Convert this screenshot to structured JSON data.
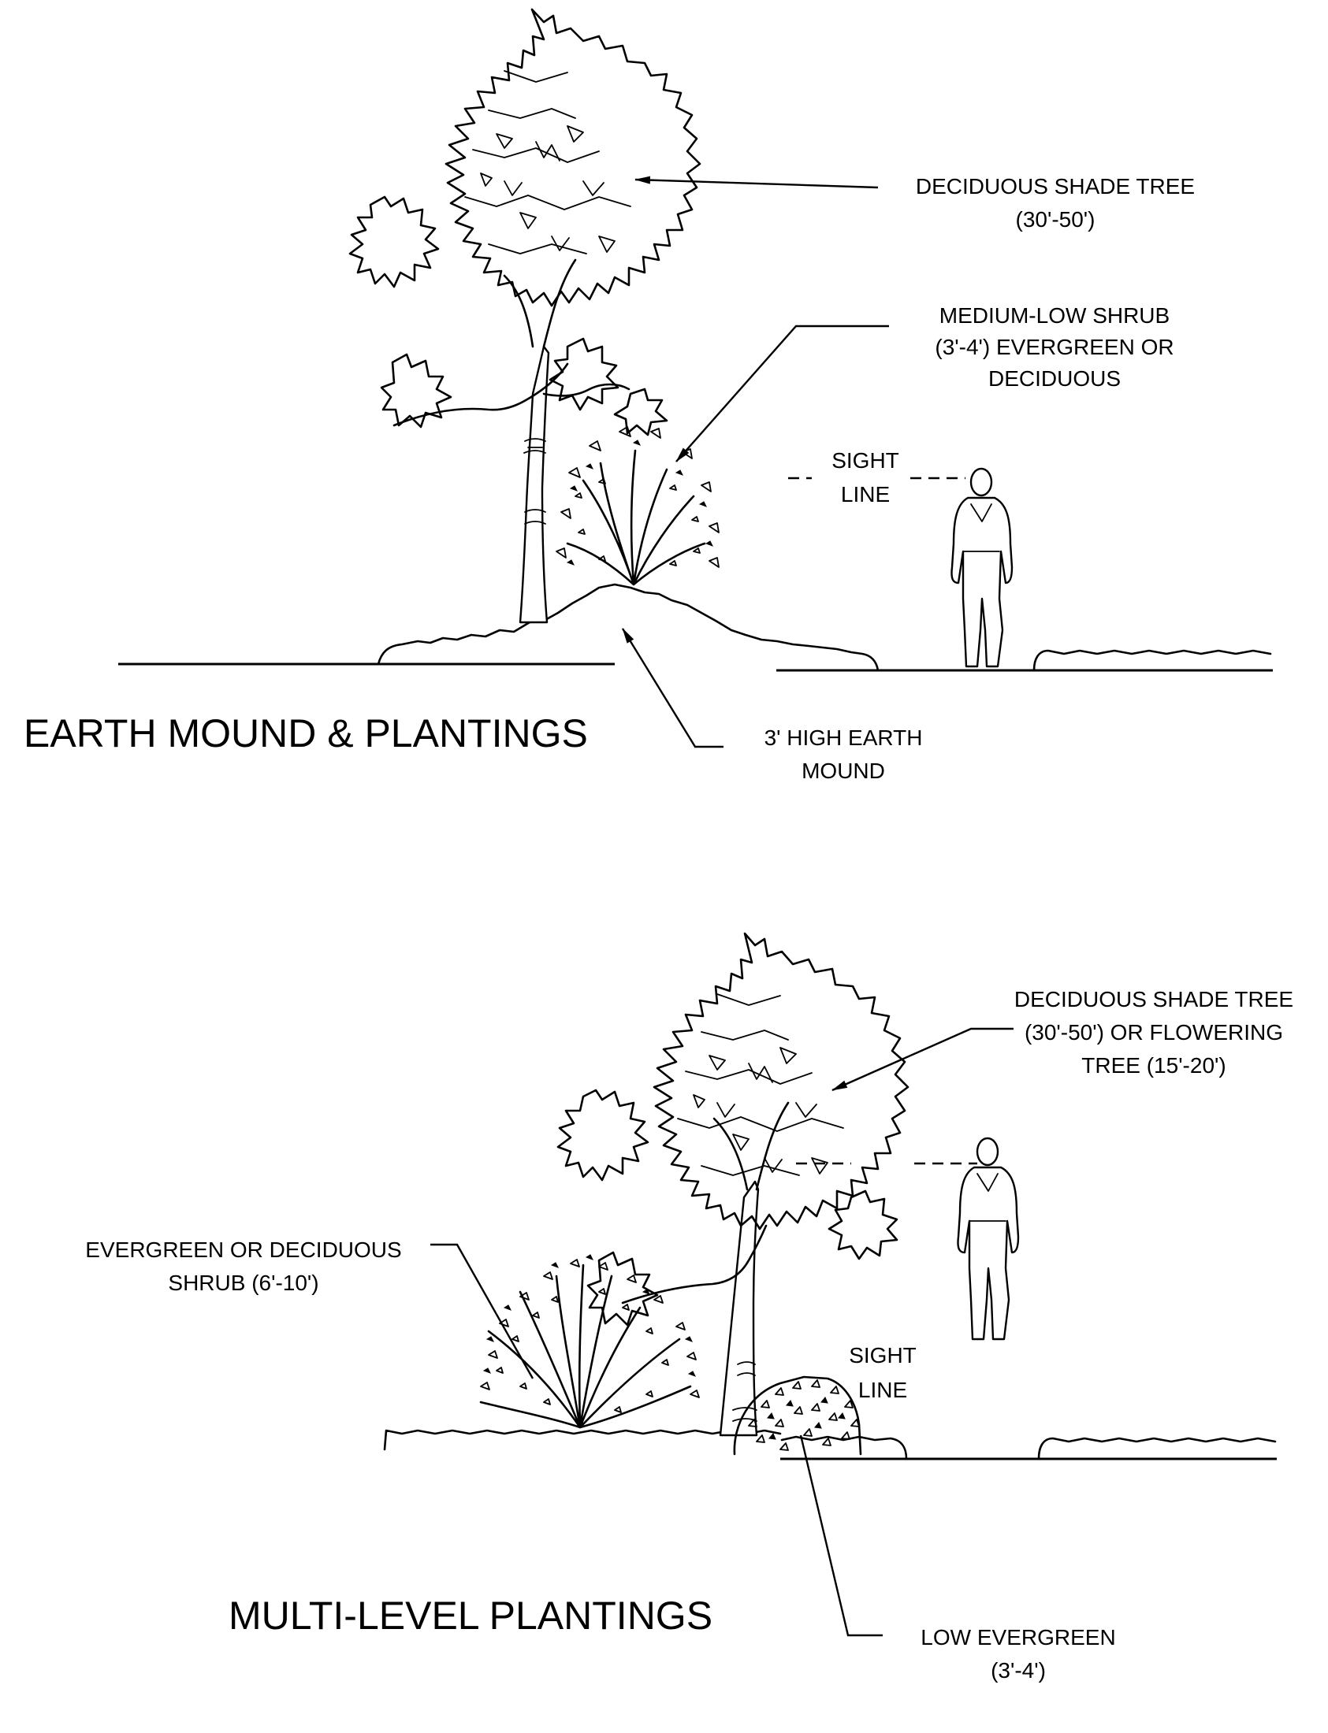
{
  "panels": [
    {
      "title": "EARTH MOUND & PLANTINGS",
      "callouts": {
        "tree": [
          "DECIDUOUS SHADE TREE",
          "(30'-50')"
        ],
        "shrub": [
          "MEDIUM-LOW SHRUB",
          "(3'-4') EVERGREEN OR",
          "DECIDUOUS"
        ],
        "sight": [
          "SIGHT",
          "LINE"
        ],
        "mound": [
          "3' HIGH EARTH",
          "MOUND"
        ]
      }
    },
    {
      "title": "MULTI-LEVEL PLANTINGS",
      "callouts": {
        "tree": [
          "DECIDUOUS SHADE TREE",
          "(30'-50') OR FLOWERING",
          "TREE (15'-20')"
        ],
        "shrub": [
          "EVERGREEN OR DECIDUOUS",
          "SHRUB (6'-10')"
        ],
        "sight": [
          "SIGHT",
          "LINE"
        ],
        "evergreen": [
          "LOW EVERGREEN",
          "(3'-4')"
        ]
      }
    }
  ]
}
